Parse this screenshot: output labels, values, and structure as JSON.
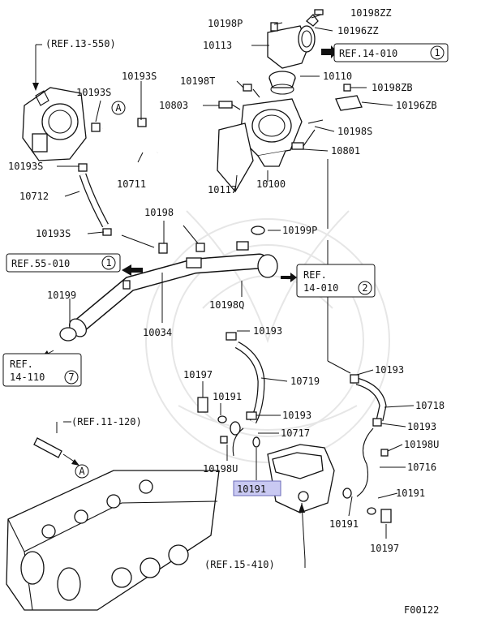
{
  "diagram_code": "F00122",
  "highlighted_part": "10191",
  "callouts": {
    "p10198ZZ": "10198ZZ",
    "p10196ZZ": "10196ZZ",
    "p10198P": "10198P",
    "p10113": "10113",
    "p10110": "10110",
    "p10198T": "10198T",
    "p10198ZB": "10198ZB",
    "p10803": "10803",
    "p10196ZB": "10196ZB",
    "p10198S": "10198S",
    "p10801": "10801",
    "p10117": "10117",
    "p10100": "10100",
    "p10193S_top": "10193S",
    "p10193S_left": "10193S",
    "p10193S_tube": "10193S",
    "p10193S_a": "10193S",
    "p10711": "10711",
    "p10712": "10712",
    "p10198": "10198",
    "p10199P": "10199P",
    "p10198Q": "10198Q",
    "p10199": "10199",
    "p10034": "10034",
    "p10193_a": "10193",
    "p10193_b": "10193",
    "p10193_c": "10193",
    "p10193_d": "10193",
    "p10719": "10719",
    "p10718": "10718",
    "p10197_a": "10197",
    "p10197_b": "10197",
    "p10191_a": "10191",
    "p10191_b": "10191",
    "p10191_c": "10191",
    "p10191_main": "10191",
    "p10717": "10717",
    "p10198U_a": "10198U",
    "p10198U_b": "10198U",
    "p10716": "10716"
  },
  "references": {
    "ref_13_550": "(REF.13-550)",
    "ref_14_010_1": "REF.14-010",
    "ref_14_010_1_num": "1",
    "ref_55_010_1": "REF.55-010",
    "ref_55_010_1_num": "1",
    "ref_14_010_2_a": "REF.",
    "ref_14_010_2_b": "14-010",
    "ref_14_010_2_num": "2",
    "ref_14_110_a": "REF.",
    "ref_14_110_b": "14-110",
    "ref_14_110_num": "7",
    "ref_11_120": "(REF.11-120)",
    "ref_15_410": "(REF.15-410)"
  },
  "markers": {
    "a_top": "A",
    "a_bottom": "A"
  }
}
